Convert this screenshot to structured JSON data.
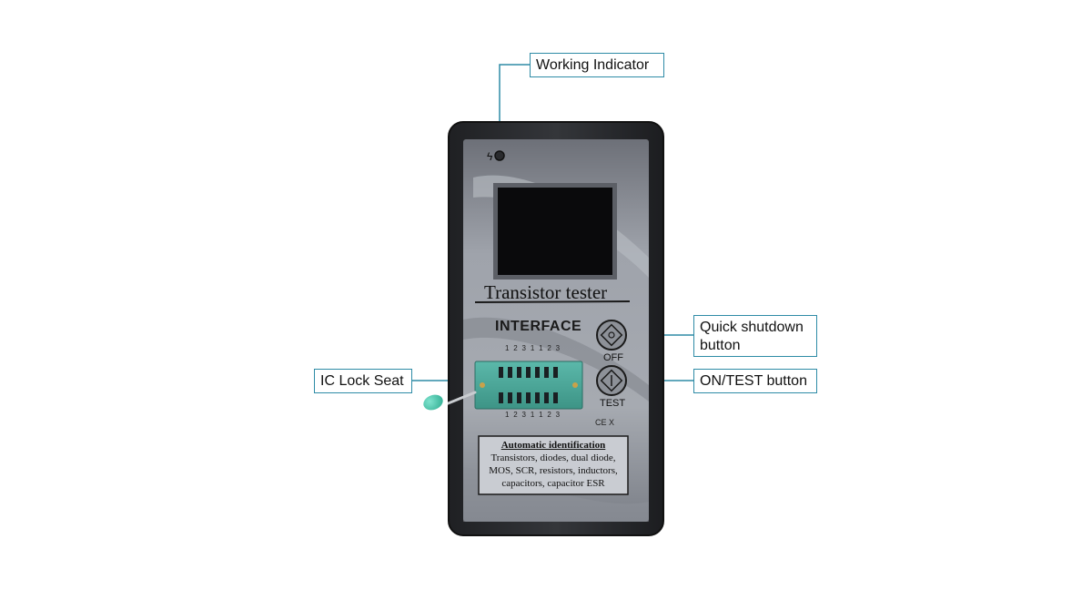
{
  "callouts": {
    "working_indicator": "Working Indicator",
    "quick_shutdown_line1": "Quick shutdown",
    "quick_shutdown_line2": "button",
    "on_test": "ON/TEST button",
    "ic_lock_seat": "IC Lock Seat"
  },
  "device": {
    "brand_title": "Transistor tester",
    "interface_label": "INTERFACE",
    "pin_numbers_top": "1 2 3 1 1 2 3",
    "pin_numbers_bottom": "1 2 3 1 1 2 3",
    "off_label": "OFF",
    "test_label": "TEST",
    "cert_marks": "CE X",
    "info_title": "Automatic identification",
    "info_lines": [
      "Transistors, diodes, dual diode,",
      "MOS, SCR, resistors, inductors,",
      "capacitors, capacitor ESR"
    ]
  },
  "colors": {
    "callout_border": "#2e8ba6",
    "case": "#2b2c2f",
    "panel": "#9a9ea5",
    "screen": "#0a0a0c",
    "ic_socket": "#4aa89a",
    "lever_tip": "#3fc4a7"
  }
}
